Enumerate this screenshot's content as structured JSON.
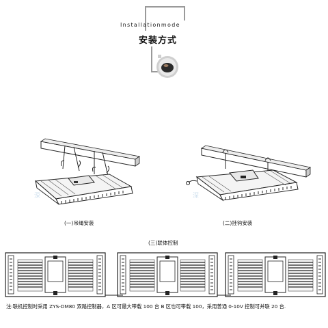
{
  "header": {
    "title_en": "Installationmode",
    "title_cn": "安装方式"
  },
  "figures": {
    "hanging_rope_caption": "(一)吊绳安装",
    "hanging_hook_caption": "(二)挂钩安装",
    "linked_control_caption": "(三)联体控制"
  },
  "watermark": {
    "left": "深",
    "right": "深"
  },
  "footnote": "注:联机控制时采用 ZYS-DM80 双路控制器，A 区可最大带载 100 台 B 区也可带载 100，采用普通 0-10V 控制可并联 20 台.",
  "icons": [
    "bracket-frame-icon",
    "coffee-cup-icon",
    "led-flood-light-icon"
  ],
  "colors": {
    "line": "#222222",
    "accent_gray": "#999999",
    "watermark": "#cfe0ee"
  }
}
